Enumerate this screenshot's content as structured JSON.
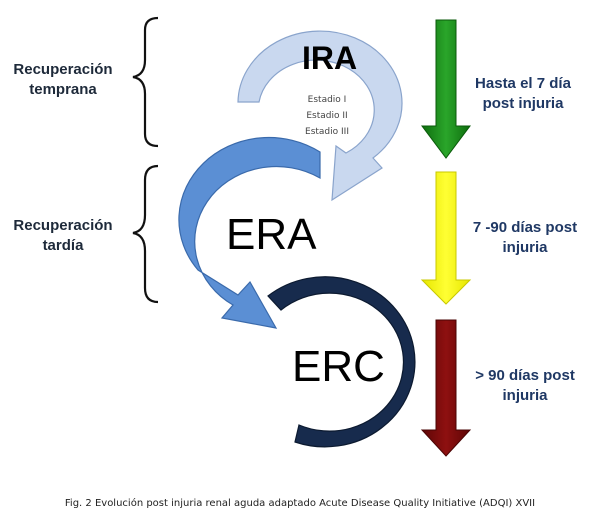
{
  "left_labels": {
    "early": [
      "Recuperación",
      "temprana"
    ],
    "late": [
      "Recuperación",
      "tardía"
    ]
  },
  "stages": {
    "ira": "IRA",
    "era": "ERA",
    "erc": "ERC",
    "ira_substages": [
      "Estadio I",
      "Estadio II",
      "Estadio III"
    ]
  },
  "time_labels": {
    "green": [
      "Hasta el 7 día",
      "post injuria"
    ],
    "yellow": [
      "7 -90  días post",
      "injuria"
    ],
    "red": [
      "> 90  días post",
      "injuria"
    ]
  },
  "colors": {
    "ira_arrow": "#c9d8ef",
    "era_arrow": "#5b8fd4",
    "erc_ring": "#172b4d",
    "green_arrow": "#1c8a1c",
    "yellow_arrow": "#ffff00",
    "red_arrow": "#7b0a0a"
  },
  "caption": "Fig. 2 Evolución post injuria renal aguda adaptado Acute Disease Quality Initiative (ADQI) XVII"
}
